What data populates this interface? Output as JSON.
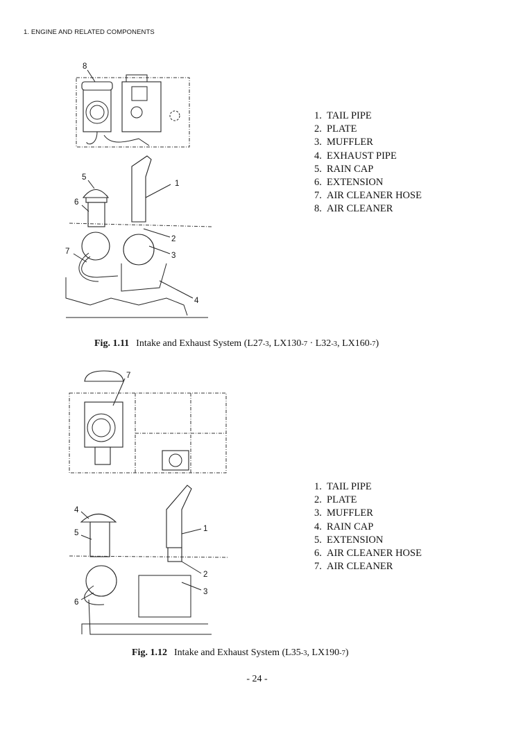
{
  "header": "1.  ENGINE AND RELATED COMPONENTS",
  "figure_1_11": {
    "callouts": [
      "1",
      "2",
      "3",
      "4",
      "5",
      "6",
      "7",
      "8"
    ],
    "parts": [
      {
        "num": "1.",
        "label": "TAIL PIPE"
      },
      {
        "num": "2.",
        "label": "PLATE"
      },
      {
        "num": "3.",
        "label": "MUFFLER"
      },
      {
        "num": "4.",
        "label": "EXHAUST PIPE"
      },
      {
        "num": "5.",
        "label": "RAIN CAP"
      },
      {
        "num": "6.",
        "label": "EXTENSION"
      },
      {
        "num": "7.",
        "label": "AIR CLEANER HOSE"
      },
      {
        "num": "8.",
        "label": "AIR CLEANER"
      }
    ],
    "caption_label": "Fig. 1.11",
    "caption_text": "Intake and Exhaust System (L27",
    "caption_parts": [
      "-3",
      ", LX130",
      "-7",
      " · L32",
      "-3",
      ", LX160",
      "-7",
      ")"
    ]
  },
  "figure_1_12": {
    "callouts": [
      "1",
      "2",
      "3",
      "4",
      "5",
      "6",
      "7"
    ],
    "parts": [
      {
        "num": "1.",
        "label": "TAIL PIPE"
      },
      {
        "num": "2.",
        "label": "PLATE"
      },
      {
        "num": "3.",
        "label": "MUFFLER"
      },
      {
        "num": "4.",
        "label": "RAIN CAP"
      },
      {
        "num": "5.",
        "label": "EXTENSION"
      },
      {
        "num": "6.",
        "label": "AIR CLEANER HOSE"
      },
      {
        "num": "7.",
        "label": "AIR CLEANER"
      }
    ],
    "caption_label": "Fig. 1.12",
    "caption_text": "Intake and Exhaust System (L35",
    "caption_parts": [
      "-3",
      ", LX190",
      "-7",
      ")"
    ]
  },
  "page_number": "- 24 -"
}
